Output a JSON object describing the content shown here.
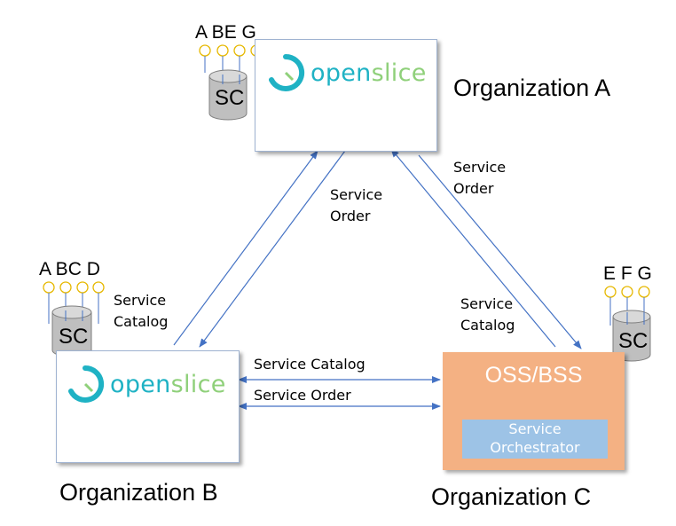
{
  "organizations": {
    "a": {
      "name": "Organization A",
      "logo_open": "open",
      "logo_slice": "slice",
      "letters": "A BE G",
      "store_label": "SC"
    },
    "b": {
      "name": "Organization B",
      "logo_open": "open",
      "logo_slice": "slice",
      "letters": "A  BC D",
      "store_label": "SC"
    },
    "c": {
      "name": "Organization C",
      "oss_bss": "OSS/BSS",
      "orchestrator_line1": "Service",
      "orchestrator_line2": "Orchestrator",
      "letters": "E F G",
      "store_label": "SC"
    }
  },
  "edges": {
    "a_b": {
      "line1": "Service",
      "line2": "Order"
    },
    "b_a": {
      "line1": "Service",
      "line2": "Catalog"
    },
    "c_a": {
      "line1": "Service",
      "line2": "Order"
    },
    "a_c": {
      "line1": "Service",
      "line2": "Catalog"
    },
    "b_c_catalog": "Service Catalog",
    "b_c_order": "Service Order"
  },
  "colors": {
    "arrow": "#4472c4",
    "box_border": "#9fb3d1",
    "oss_bss_fill": "#f4b183",
    "orchestrator_fill": "#9dc3e6",
    "logo_teal": "#1fb2c4",
    "logo_green": "#8fd07a",
    "connector_yellow": "#e6b800",
    "cylinder_grey": "#bfbfbf"
  }
}
